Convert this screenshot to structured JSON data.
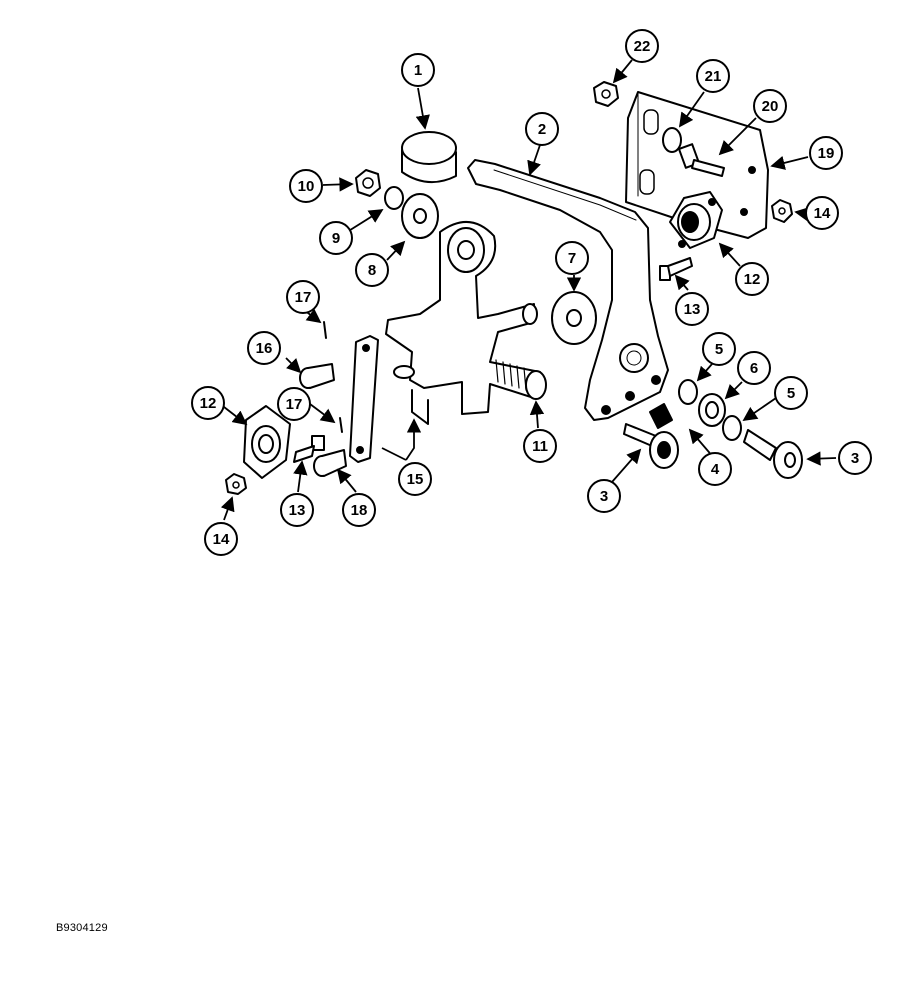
{
  "figure_ref": "B9304129",
  "callouts": {
    "c1": "1",
    "c2": "2",
    "c3a": "3",
    "c3b": "3",
    "c4": "4",
    "c5a": "5",
    "c5b": "5",
    "c6": "6",
    "c7": "7",
    "c8": "8",
    "c9": "9",
    "c10": "10",
    "c11": "11",
    "c12a": "12",
    "c12b": "12",
    "c13a": "13",
    "c13b": "13",
    "c14a": "14",
    "c14b": "14",
    "c15": "15",
    "c16": "16",
    "c17a": "17",
    "c17b": "17",
    "c18": "18",
    "c19": "19",
    "c20": "20",
    "c21": "21",
    "c22": "22"
  }
}
